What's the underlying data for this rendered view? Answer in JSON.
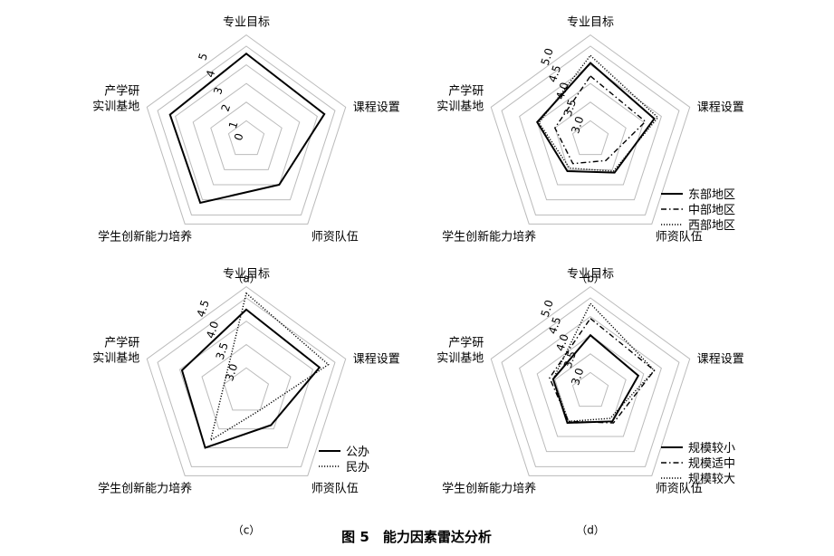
{
  "figure": {
    "caption": "图 5　能力因素雷达分析"
  },
  "chart_data": [
    {
      "type": "radar",
      "panel_label": "（a）",
      "axes": [
        "专业目标",
        "课程设置",
        "师资队伍",
        "学生创新能力培养",
        "产学研\n实训基地"
      ],
      "rlim": [
        0,
        5
      ],
      "rings": [
        1,
        2,
        3,
        4,
        5
      ],
      "ring_tick_labels": [
        "0",
        "1",
        "2",
        "3",
        "4",
        "5"
      ],
      "series": [
        {
          "name": "",
          "style": "solid",
          "values": [
            4.6,
            4.4,
            3.0,
            4.2,
            4.3
          ]
        }
      ],
      "legend": null
    },
    {
      "type": "radar",
      "panel_label": "（b）",
      "axes": [
        "专业目标",
        "课程设置",
        "师资队伍",
        "学生创新能力培养",
        "产学研\n实训基地"
      ],
      "rlim": [
        2.5,
        5.0
      ],
      "rings": [
        3.0,
        3.5,
        4.0,
        4.5,
        5.0
      ],
      "ring_tick_labels": [
        "3.0",
        "3.5",
        "4.0",
        "4.5",
        "5.0"
      ],
      "series": [
        {
          "name": "东部地区",
          "style": "solid",
          "values": [
            4.55,
            4.3,
            3.6,
            3.55,
            4.0
          ]
        },
        {
          "name": "中部地区",
          "style": "dashdot",
          "values": [
            4.2,
            4.05,
            3.2,
            3.3,
            3.5
          ]
        },
        {
          "name": "西部地区",
          "style": "dotted",
          "values": [
            4.75,
            4.4,
            3.55,
            3.45,
            3.95
          ]
        }
      ],
      "legend": "bottom-right"
    },
    {
      "type": "radar",
      "panel_label": "（c）",
      "axes": [
        "专业目标",
        "课程设置",
        "师资队伍",
        "学生创新能力培养",
        "产学研\n实训基地"
      ],
      "rlim": [
        2.5,
        4.5
      ],
      "rings": [
        3.0,
        3.5,
        4.0,
        4.5
      ],
      "ring_tick_labels": [
        "3.0",
        "3.5",
        "4.0",
        "4.5"
      ],
      "series": [
        {
          "name": "公办",
          "style": "solid",
          "values": [
            4.25,
            4.15,
            3.4,
            4.0,
            3.95
          ]
        },
        {
          "name": "民办",
          "style": "dotted",
          "values": [
            4.6,
            4.35,
            3.0,
            3.8,
            3.0
          ]
        }
      ],
      "legend": "bottom-right"
    },
    {
      "type": "radar",
      "panel_label": "（d）",
      "axes": [
        "专业目标",
        "课程设置",
        "师资队伍",
        "学生创新能力培养",
        "产学研\n实训基地"
      ],
      "rlim": [
        2.5,
        5.0
      ],
      "rings": [
        3.0,
        3.5,
        4.0,
        4.5,
        5.0
      ],
      "ring_tick_labels": [
        "3.0",
        "3.5",
        "4.0",
        "4.5",
        "5.0"
      ],
      "series": [
        {
          "name": "规模较小",
          "style": "solid",
          "values": [
            4.0,
            3.85,
            3.5,
            3.55,
            3.55
          ]
        },
        {
          "name": "规模适中",
          "style": "dashdot",
          "values": [
            4.45,
            4.3,
            3.55,
            3.5,
            3.65
          ]
        },
        {
          "name": "规模较大",
          "style": "dotted",
          "values": [
            4.85,
            4.3,
            3.4,
            3.5,
            3.55
          ]
        }
      ],
      "legend": "bottom-right"
    }
  ]
}
